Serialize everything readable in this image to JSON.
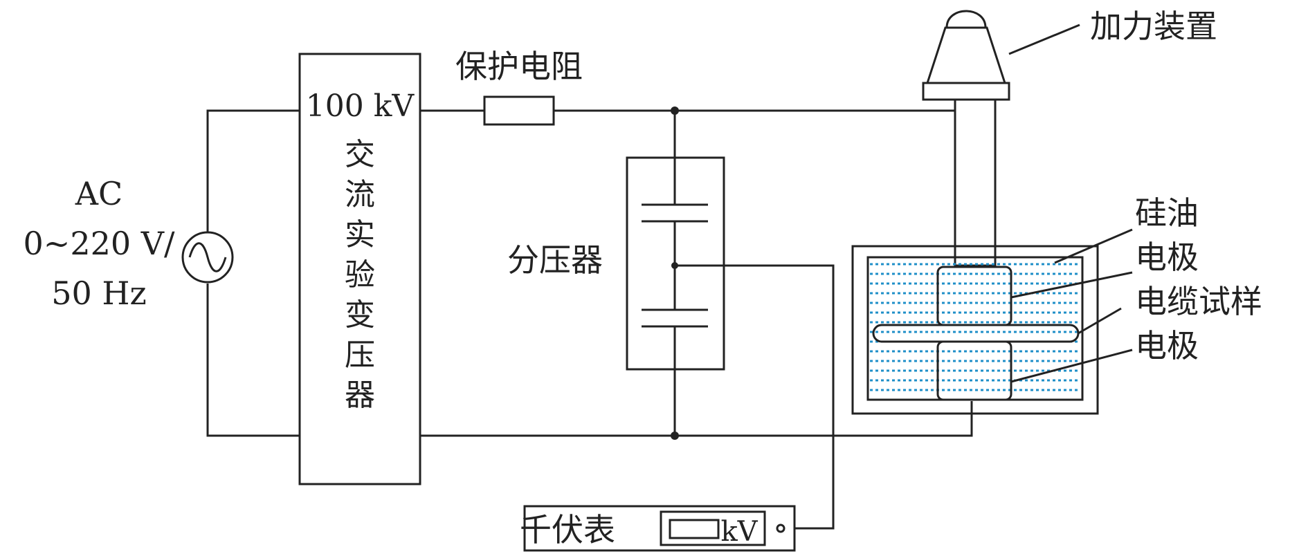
{
  "source": {
    "line1": "AC",
    "line2": "0~220 V/",
    "line3": "50 Hz"
  },
  "transformer": {
    "rating": "100 kV",
    "name_chars": [
      "交",
      "流",
      "实",
      "验",
      "变",
      "压",
      "器"
    ]
  },
  "resistor_label": "保护电阻",
  "divider_label": "分压器",
  "force_device_label": "加力装置",
  "kilovoltmeter": {
    "label": "千伏表",
    "unit": "kV"
  },
  "test_cell_labels": {
    "silicone_oil": "硅油",
    "electrode_top": "电极",
    "cable_sample": "电缆试样",
    "electrode_bottom": "电极"
  },
  "colors": {
    "line": "#222222",
    "oil": "#1f8fc8"
  }
}
